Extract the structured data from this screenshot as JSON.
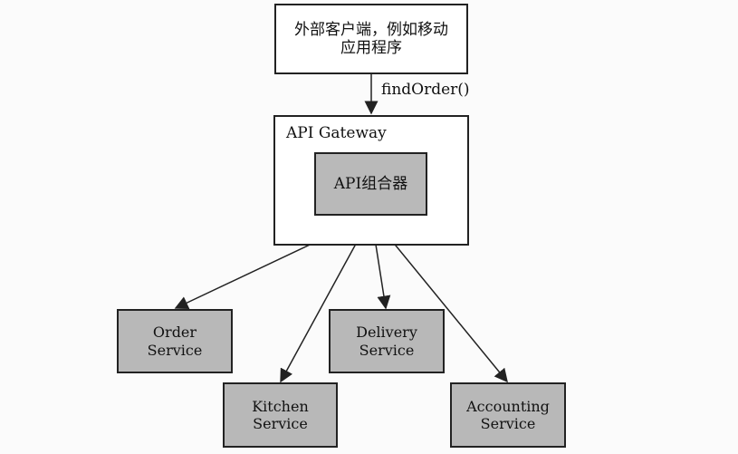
{
  "diagram": {
    "client": {
      "label": "外部客户端，例如移动\n应用程序"
    },
    "request": {
      "label": "findOrder()"
    },
    "gateway": {
      "title": "API Gateway",
      "composer": "API组合器"
    },
    "services": {
      "order": "Order\nService",
      "delivery": "Delivery\nService",
      "kitchen": "Kitchen\nService",
      "accounting": "Accounting\nService"
    }
  }
}
